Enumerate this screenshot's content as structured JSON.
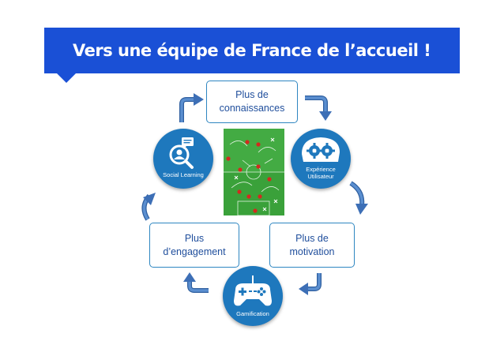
{
  "banner": {
    "title": "Vers une équipe de France de l’accueil !"
  },
  "boxes": {
    "top": {
      "line1": "Plus de",
      "line2": "connaissances"
    },
    "left": {
      "line1": "Plus",
      "line2": "d’engagement"
    },
    "right": {
      "line1": "Plus de",
      "line2": "motivation"
    }
  },
  "circles": {
    "social": {
      "label": "Social Learning",
      "icon": "social-learning-icon"
    },
    "experience": {
      "line1": "Expérience",
      "line2": "Utilisateur",
      "icon": "gears-head-icon"
    },
    "gamification": {
      "label": "Gamification",
      "icon": "gamepad-icon"
    }
  },
  "center": {
    "icon": "football-tactics-icon"
  },
  "colors": {
    "banner": "#1a50d6",
    "box_border": "#2e86c1",
    "box_text": "#1f4e9c",
    "circle": "#1e78bd",
    "arrow": "#3d6fb6",
    "field": "#3aa13a"
  }
}
